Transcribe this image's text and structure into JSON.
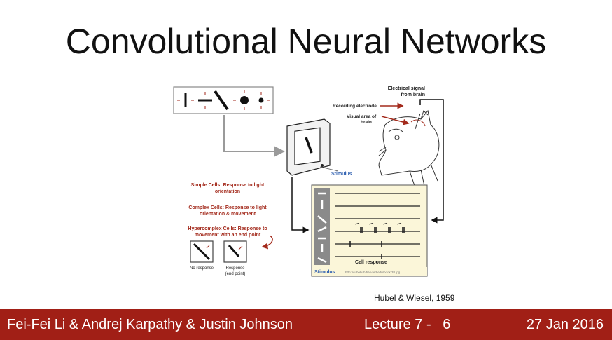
{
  "slide": {
    "title": "Convolutional Neural Networks"
  },
  "figure": {
    "labels": {
      "electrical_signal_line1": "Electrical signal",
      "electrical_signal_line2": "from brain",
      "recording_electrode": "Recording electrode",
      "visual_area_line1": "Visual area of",
      "visual_area_line2": "brain",
      "stimulus_monitor": "Stimulus",
      "simple_cells_line1": "Simple Cells: Response to light",
      "simple_cells_line2": "orientation",
      "complex_cells_line1": "Complex Cells: Response to light",
      "complex_cells_line2": "orientation & movement",
      "hypercomplex_line1": "Hypercomplex Cells: Response to",
      "hypercomplex_line2": "movement with an end point",
      "no_response": "No response",
      "response_line1": "Response",
      "response_line2": "(end point)",
      "cell_response": "Cell response",
      "stimulus_panel": "Stimulus",
      "source_url": "http://cubehub.harvard.edu/book/38.jpg"
    },
    "colors": {
      "red_text": "#a32a1c",
      "blue_text": "#2e5fb0",
      "panel_bg": "#fbf6d9",
      "arrow_gray": "#9a9a9a"
    }
  },
  "citation": "Hubel & Wiesel, 1959",
  "footer": {
    "authors": "Fei-Fei Li & Andrej Karpathy & Justin Johnson",
    "lecture": "Lecture 7 -   6",
    "date": "27 Jan 2016"
  }
}
